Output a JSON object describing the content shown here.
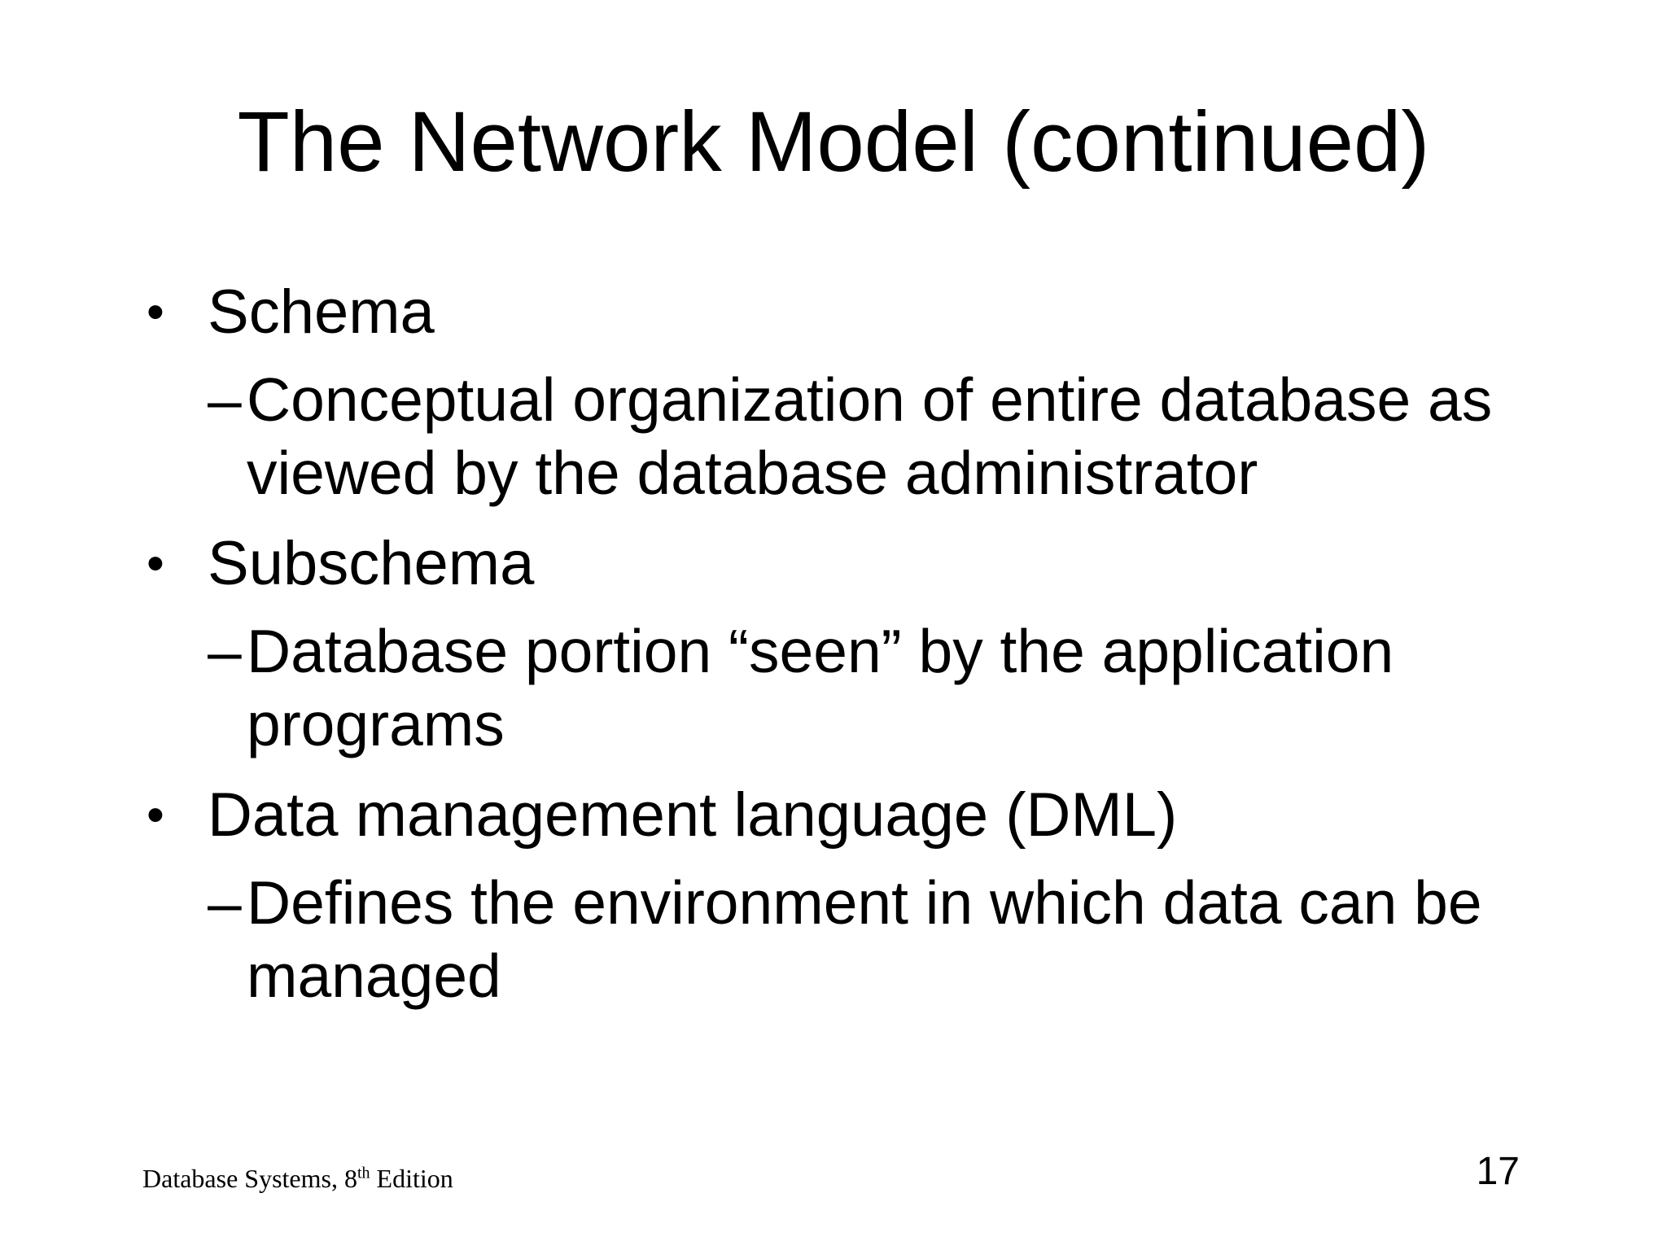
{
  "slide": {
    "title": "The Network Model (continued)",
    "bullet_char": "•",
    "dash_char": "–",
    "bullets": [
      {
        "label": "Schema",
        "sub": [
          "Conceptual organization of entire database as viewed by the database administrator"
        ]
      },
      {
        "label": "Subschema",
        "sub": [
          "Database portion “seen” by the application programs"
        ]
      },
      {
        "label": "Data management language (DML)",
        "sub": [
          "Defines the environment in which data can be managed"
        ]
      }
    ],
    "footer": {
      "prefix": "Database Systems, 8",
      "superscript": "th",
      "suffix": " Edition"
    },
    "page_number": "17",
    "colors": {
      "background": "#ffffff",
      "text": "#000000"
    }
  }
}
